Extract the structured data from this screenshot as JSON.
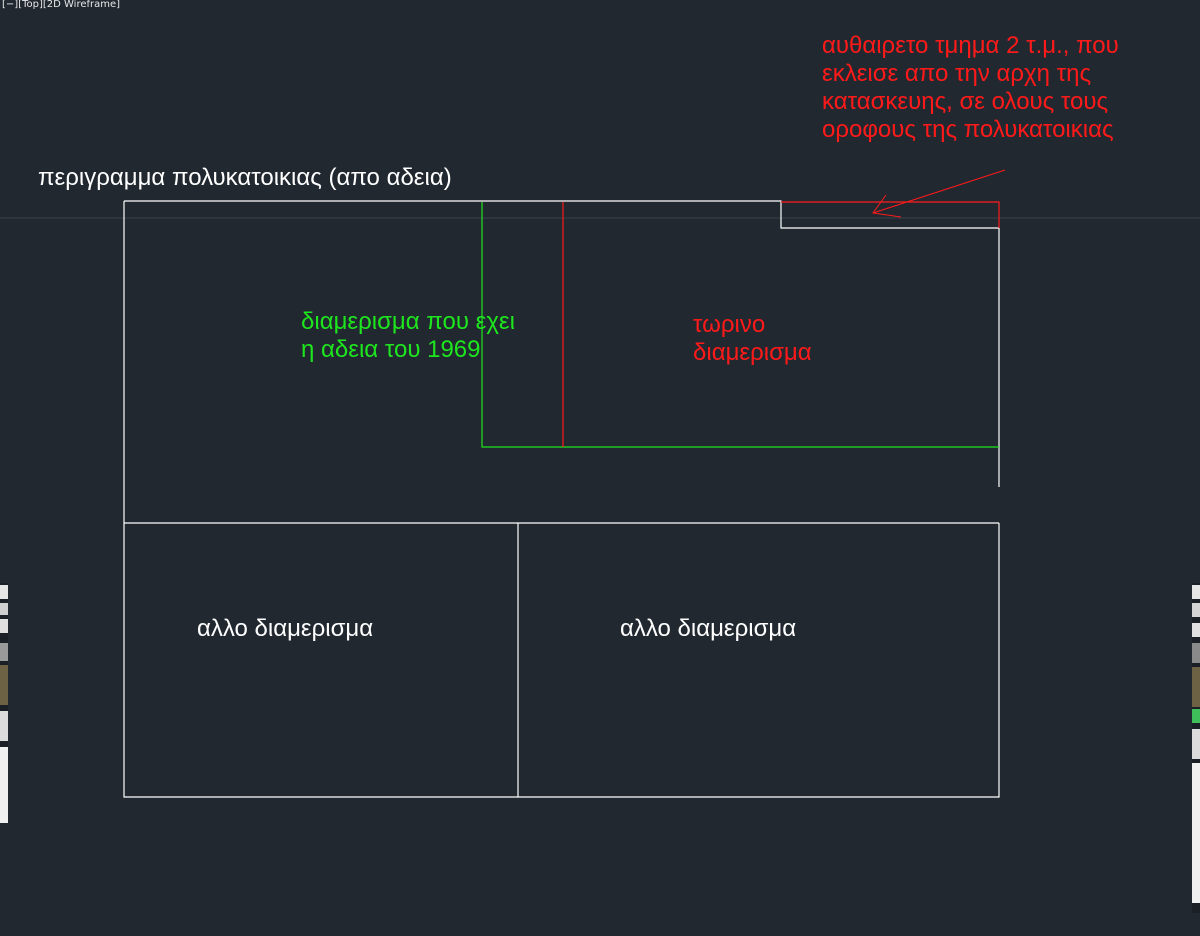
{
  "viewport": {
    "minimize": "[−]",
    "view": "[Top]",
    "visual_style": "[2D Wireframe]"
  },
  "labels": {
    "outline": "περιγραμμα  πολυκατοικιας (απο αδεια)",
    "permit_apartment": [
      "διαμερισμα που εχει",
      "η αδεια του 1969"
    ],
    "current_apartment": [
      "τωρινο",
      "διαμερισμα"
    ],
    "other_apartment_left": "αλλο διαμερισμα",
    "other_apartment_right": "αλλο διαμερισμα",
    "illegal_section_note": [
      "αυθαιρετο τμημα 2 τ.μ., που",
      "εκλεισε απο την αρχη της",
      "κατασκευης, σε ολους τους",
      "οροφους της πολυκατοικιας"
    ]
  },
  "colors": {
    "background": "#212830",
    "outline": "#ffffff",
    "permit": "#1ee61e",
    "current": "#ff1a1a",
    "crosshair": "#3a424c"
  }
}
